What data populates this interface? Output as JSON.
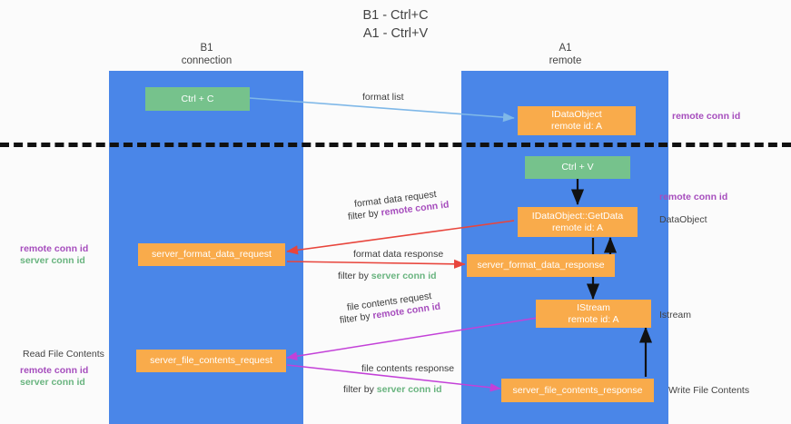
{
  "title": {
    "line1": "B1 - Ctrl+C",
    "line2": "A1 - Ctrl+V"
  },
  "lanes": [
    {
      "name": "B1",
      "sub": "connection",
      "color": "#4a86e8"
    },
    {
      "name": "A1",
      "sub": "remote",
      "color": "#4a86e8"
    }
  ],
  "nodes": {
    "ctrl_c": {
      "label": "Ctrl + C",
      "sub": "",
      "color": "#76c28c"
    },
    "idataobject": {
      "label": "IDataObject",
      "sub": "remote id: A",
      "color": "#f9ab4b"
    },
    "ctrl_v": {
      "label": "Ctrl + V",
      "sub": "",
      "color": "#76c28c"
    },
    "getdata": {
      "label": "IDataObject::GetData",
      "sub": "remote id: A",
      "color": "#f9ab4b"
    },
    "server_format_data_request": {
      "label": "server_format_data_request",
      "sub": "",
      "color": "#f9ab4b"
    },
    "server_format_data_response": {
      "label": "server_format_data_response",
      "sub": "",
      "color": "#f9ab4b"
    },
    "istream": {
      "label": "IStream",
      "sub": "remote id: A",
      "color": "#f9ab4b"
    },
    "server_file_contents_request": {
      "label": "server_file_contents_request",
      "sub": "",
      "color": "#f9ab4b"
    },
    "server_file_contents_response": {
      "label": "server_file_contents_response",
      "sub": "",
      "color": "#f9ab4b"
    }
  },
  "edge_labels": {
    "format_list": "format list",
    "format_data_request": "format data request",
    "filter_by_1_prefix": "filter by ",
    "filter_by_1_value": "remote conn id",
    "format_data_response": "format data response",
    "filter_by_2_prefix": "filter by ",
    "filter_by_2_value": "server conn id",
    "file_contents_request": "file contents request",
    "filter_by_3_prefix": "filter by ",
    "filter_by_3_value": "remote conn id",
    "file_contents_response": "file contents response",
    "filter_by_4_prefix": "filter by ",
    "filter_by_4_value": "server conn id"
  },
  "right_labels": {
    "remote_conn_id_top": "remote conn id",
    "remote_conn_id_mid": "remote conn id",
    "dataobject": "DataObject",
    "istream": "Istream",
    "write_file_contents": "Write File Contents"
  },
  "left_labels": {
    "remote_conn_id_mid": "remote conn id",
    "server_conn_id_mid": "server conn id",
    "read_file_contents": "Read File Contents",
    "remote_conn_id_bottom": "remote conn id",
    "server_conn_id_bottom": "server conn id"
  },
  "colors": {
    "lane": "#4a86e8",
    "green_node": "#76c28c",
    "orange_node": "#f9ab4b",
    "purple_text": "#a64dbd",
    "green_text": "#69b47f",
    "arrow_blue": "#7fb8e8",
    "arrow_red": "#e8453c",
    "arrow_magenta": "#c341d8",
    "arrow_black": "#111111",
    "divider": "#111111"
  }
}
